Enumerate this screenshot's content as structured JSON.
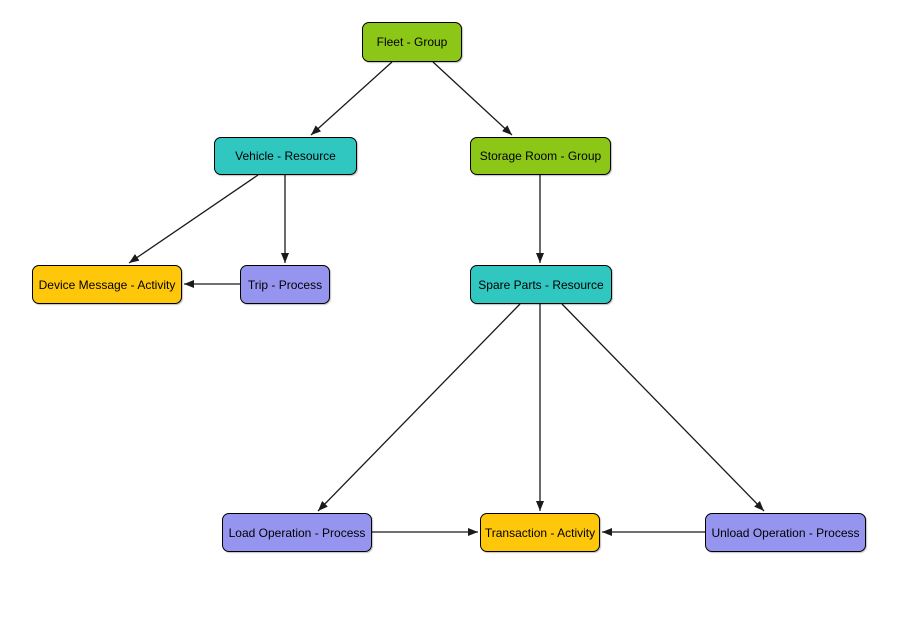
{
  "colors": {
    "group": "#8CC616",
    "resource": "#2FC7C0",
    "activity": "#FFC70A",
    "process": "#9595F0",
    "edge": "#1A1A1A",
    "node_border": "#000000",
    "canvas_background": "#FFFFFF"
  },
  "diagram": {
    "nodes": [
      {
        "id": "fleet",
        "label": "Fleet - Group",
        "type": "group"
      },
      {
        "id": "vehicle",
        "label": "Vehicle - Resource",
        "type": "resource"
      },
      {
        "id": "storage-room",
        "label": "Storage Room - Group",
        "type": "group"
      },
      {
        "id": "device-message",
        "label": "Device Message - Activity",
        "type": "activity"
      },
      {
        "id": "trip",
        "label": "Trip - Process",
        "type": "process"
      },
      {
        "id": "spare-parts",
        "label": "Spare Parts - Resource",
        "type": "resource"
      },
      {
        "id": "load-operation",
        "label": "Load Operation - Process",
        "type": "process"
      },
      {
        "id": "transaction",
        "label": "Transaction - Activity",
        "type": "activity"
      },
      {
        "id": "unload-operation",
        "label": "Unload Operation - Process",
        "type": "process"
      }
    ],
    "edges": [
      {
        "from": "Fleet - Group",
        "to": "Vehicle - Resource"
      },
      {
        "from": "Fleet - Group",
        "to": "Storage Room - Group"
      },
      {
        "from": "Vehicle - Resource",
        "to": "Device Message - Activity"
      },
      {
        "from": "Vehicle - Resource",
        "to": "Trip - Process"
      },
      {
        "from": "Trip - Process",
        "to": "Device Message - Activity"
      },
      {
        "from": "Storage Room - Group",
        "to": "Spare Parts - Resource"
      },
      {
        "from": "Spare Parts - Resource",
        "to": "Load Operation - Process"
      },
      {
        "from": "Spare Parts - Resource",
        "to": "Transaction - Activity"
      },
      {
        "from": "Spare Parts - Resource",
        "to": "Unload Operation - Process"
      },
      {
        "from": "Load Operation - Process",
        "to": "Transaction - Activity"
      },
      {
        "from": "Unload Operation - Process",
        "to": "Transaction - Activity"
      }
    ]
  }
}
